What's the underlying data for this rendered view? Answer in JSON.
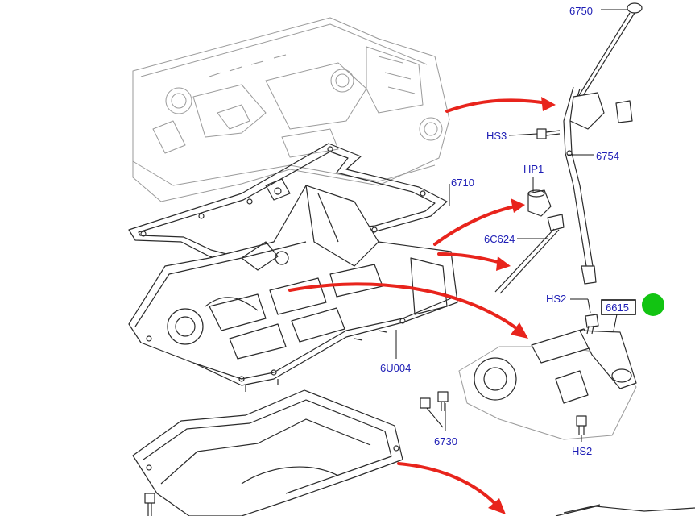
{
  "diagram": {
    "callouts": {
      "c6750": "6750",
      "c6754": "6754",
      "hs3": "HS3",
      "hp1": "HP1",
      "c6710": "6710",
      "c6c624": "6C624",
      "hs2_top": "HS2",
      "c6615": "6615",
      "c6u004": "6U004",
      "c6730": "6730",
      "hs2_bottom": "HS2"
    },
    "colors": {
      "callout_text": "#1d1db5",
      "arrow": "#e8241c",
      "selected_marker": "#12c412",
      "line_art": "#2b2b2b",
      "faded_line_art": "#9a9a9a"
    }
  }
}
